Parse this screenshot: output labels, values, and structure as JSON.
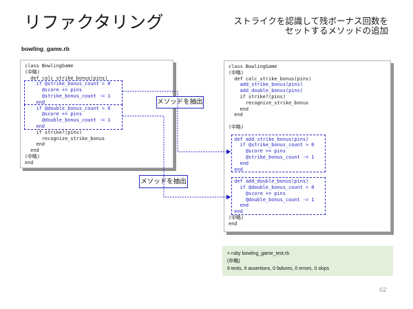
{
  "slide": {
    "title": "リファクタリング",
    "subtitle_line1": "ストライクを認識して残ボーナス回数を",
    "subtitle_line2": "セットするメソッドの追加",
    "file_label": "bowling_game.rb",
    "page_number": "62"
  },
  "colors": {
    "accent_blue": "#2323c3",
    "code_text": "#1a1a1a",
    "panel_border": "#b3b3b3",
    "panel_shadow": "#909090",
    "terminal_bg": "#e3efda",
    "page_number_gray": "#9a9a9a"
  },
  "annotations": {
    "extract_label_1": "メソッドを抽出",
    "extract_label_2": "メソッドを抽出"
  },
  "left_panel": {
    "lines": [
      {
        "t": "class BowlingGame"
      },
      {
        "t": "(中略)"
      },
      {
        "t": "  def calc_strike_bonus(pins)"
      },
      {
        "t": "    if @strike_bonus_count > 0",
        "b": true
      },
      {
        "t": "      @score += pins",
        "b": true
      },
      {
        "t": "      @strike_bonus_count -= 1",
        "b": true
      },
      {
        "t": "    end",
        "b": true
      },
      {
        "t": "    if @double_bonus_count > 0",
        "b": true
      },
      {
        "t": "      @score += pins",
        "b": true
      },
      {
        "t": "      @double_bonus_count -= 1",
        "b": true
      },
      {
        "t": "    end",
        "b": true
      },
      {
        "t": "    if strike?(pins)"
      },
      {
        "t": "      recognize_strike_bonus"
      },
      {
        "t": "    end"
      },
      {
        "t": "  end"
      },
      {
        "t": "(中略)"
      },
      {
        "t": "end"
      }
    ]
  },
  "right_panel": {
    "lines": [
      {
        "t": "class BowlingGame"
      },
      {
        "t": "(中略)"
      },
      {
        "t": "  def calc_strike_bonus(pins)"
      },
      {
        "t": "    add_strike_bonus(pins)",
        "b": true
      },
      {
        "t": "    add_double_bonus(pins)",
        "b": true
      },
      {
        "t": "    if strike?(pins)"
      },
      {
        "t": "      recognize_strike_bonus"
      },
      {
        "t": "    end"
      },
      {
        "t": "  end"
      },
      {
        "t": ""
      },
      {
        "t": "(中略)"
      },
      {
        "t": ""
      },
      {
        "t": "  def add_strike_bonus(pins)",
        "b": true
      },
      {
        "t": "    if @strike_bonus_count > 0",
        "b": true
      },
      {
        "t": "      @score += pins",
        "b": true
      },
      {
        "t": "      @strike_bonus_count -= 1",
        "b": true
      },
      {
        "t": "    end",
        "b": true
      },
      {
        "t": "  end",
        "b": true
      },
      {
        "t": ""
      },
      {
        "t": "  def add_double_bonus(pins)",
        "b": true
      },
      {
        "t": "    if @double_bonus_count > 0",
        "b": true
      },
      {
        "t": "      @score += pins",
        "b": true
      },
      {
        "t": "      @double_bonus_count -= 1",
        "b": true
      },
      {
        "t": "    end",
        "b": true
      },
      {
        "t": "  end",
        "b": true
      },
      {
        "t": "(中略)"
      },
      {
        "t": "end"
      }
    ]
  },
  "terminal": {
    "line1": "> ruby bowling_game_test.rb",
    "line2": "(中略)",
    "line3": "9 tests, 9 assertions, 0 failures, 0 errors, 0 skips"
  }
}
